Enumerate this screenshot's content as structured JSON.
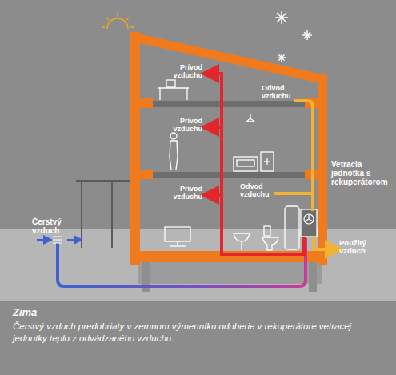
{
  "diagram": {
    "title": "Zima",
    "caption": "Čerstvý vzduch predohriaty v zemnom výmenníku odoberie v rekuperátore vetracej jednotky teplo z odvádzaného vzduchu.",
    "labels": [
      "Prívod vzduchu",
      "Odvod vzduchu",
      "Prívod vzduchu",
      "Vetracia jednotka s rekuperátorom",
      "Prívod vzduchu",
      "Odvod vzduchu",
      "Čerstvý vzduch",
      "Použitý vzduch"
    ]
  }
}
